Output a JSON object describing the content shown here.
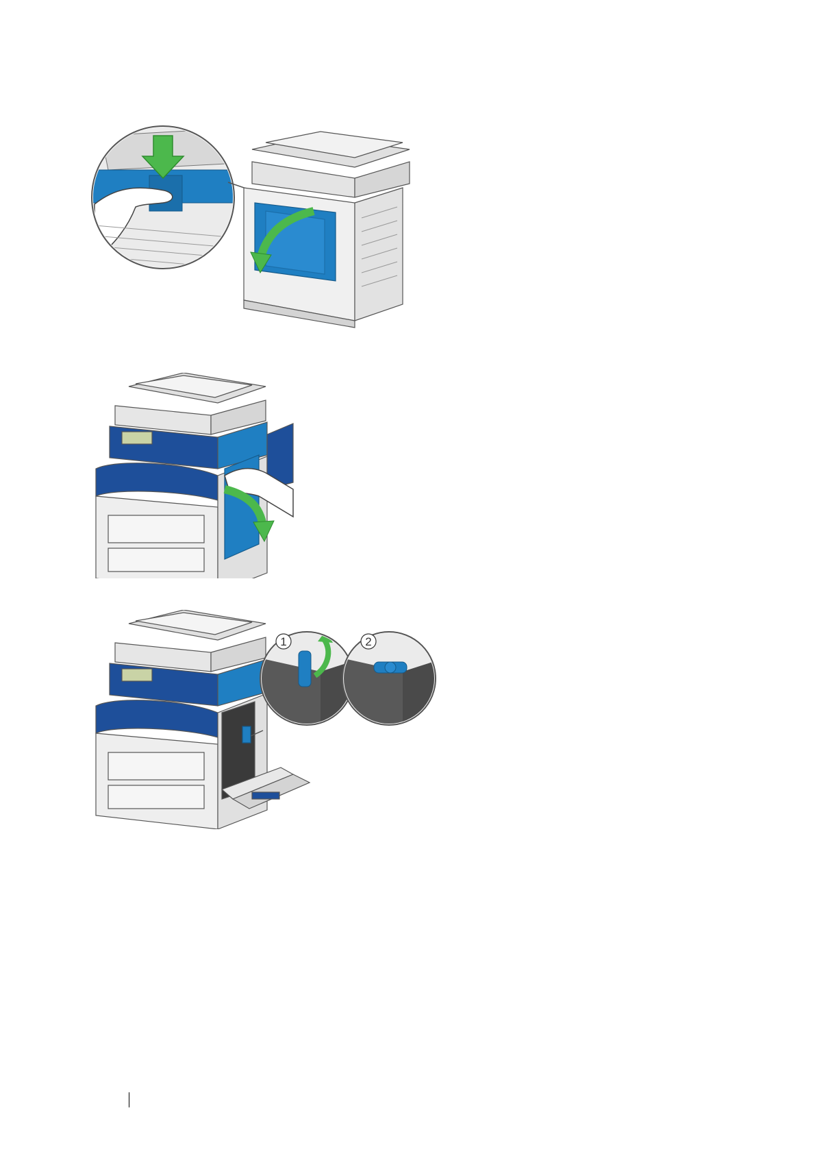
{
  "figures": [
    {
      "name": "rear-cover-release",
      "callouts": []
    },
    {
      "name": "right-side-cover-open",
      "callouts": []
    },
    {
      "name": "waste-toner-lock-lever",
      "callouts": [
        "1",
        "2"
      ]
    }
  ],
  "colors": {
    "accent_blue": "#1f7fc2",
    "dark_blue": "#1e4f9a",
    "arrow_green": "#4cb84c",
    "body_gray": "#e6e6e6",
    "line": "#555555"
  }
}
